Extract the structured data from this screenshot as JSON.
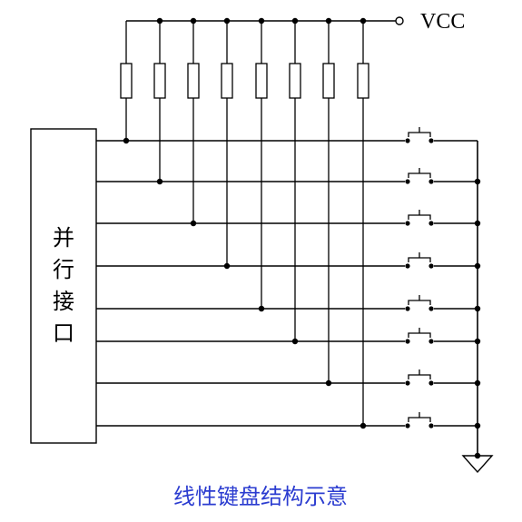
{
  "diagram": {
    "supply_label": "VCC",
    "interface_label_chars": [
      "并",
      "行",
      "接",
      "口"
    ],
    "caption": "线性键盘结构示意",
    "line_count": 8,
    "pullup_resistor_count": 8,
    "key_switch_count": 8,
    "ground_symbol": "ground-icon"
  }
}
